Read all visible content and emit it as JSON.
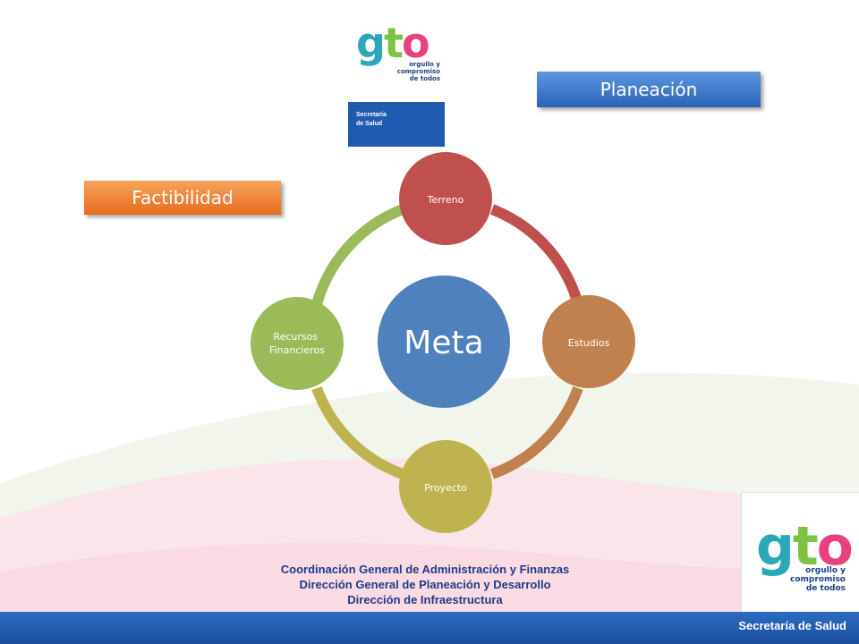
{
  "header": {
    "logo_letters": [
      "g",
      "t",
      "o"
    ],
    "logo_tagline": "orgullo y\ncompromiso\nde todos",
    "secretaria_box": "Secretaría\nde Salud"
  },
  "labels": {
    "planeacion": "Planeación",
    "factibilidad": "Factibilidad"
  },
  "cycle": {
    "center": "Meta",
    "nodes": [
      {
        "label": "Terreno",
        "color": "#c0504d"
      },
      {
        "label": "Estudios",
        "color": "#c0814f"
      },
      {
        "label": "Proyecto",
        "color": "#bfb350"
      },
      {
        "label": "Recursos\nFinancieros",
        "color": "#9bbb59"
      }
    ],
    "center_color": "#4f81bd"
  },
  "footer": {
    "lines": [
      "Coordinación General de Administración y Finanzas",
      "Dirección General de Planeación y Desarrollo",
      "Dirección de Infraestructura"
    ],
    "bar_text": "Secretaría de Salud"
  },
  "colors": {
    "logo_g": "#2aa7b8",
    "logo_t": "#7dc242",
    "logo_o": "#e8417f",
    "brand_blue": "#1f5bb0",
    "footer_text": "#1f3b86"
  }
}
